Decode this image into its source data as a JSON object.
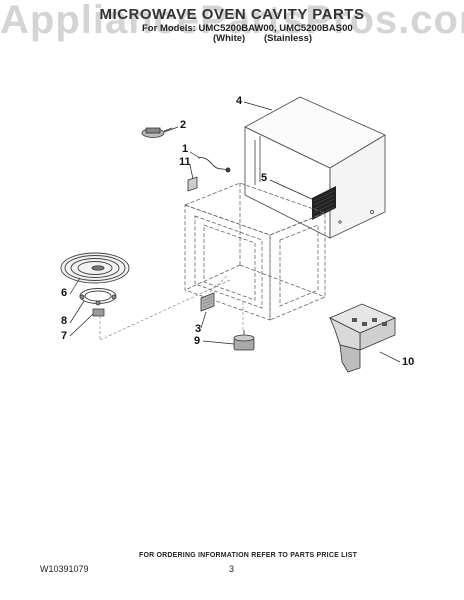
{
  "watermark": "AppliancePartsPros.com",
  "title": "MICROWAVE OVEN CAVITY PARTS",
  "models": {
    "prefix": "For Models: UMC5200BAW00, UMC5200BAS00",
    "white": "(White)",
    "stainless": "(Stainless)"
  },
  "callouts": [
    "1",
    "2",
    "3",
    "4",
    "5",
    "6",
    "7",
    "8",
    "9",
    "10",
    "11"
  ],
  "footer": {
    "ordering_info": "FOR ORDERING INFORMATION REFER TO PARTS PRICE LIST",
    "doc_number": "W10391079",
    "page_number": "3"
  }
}
